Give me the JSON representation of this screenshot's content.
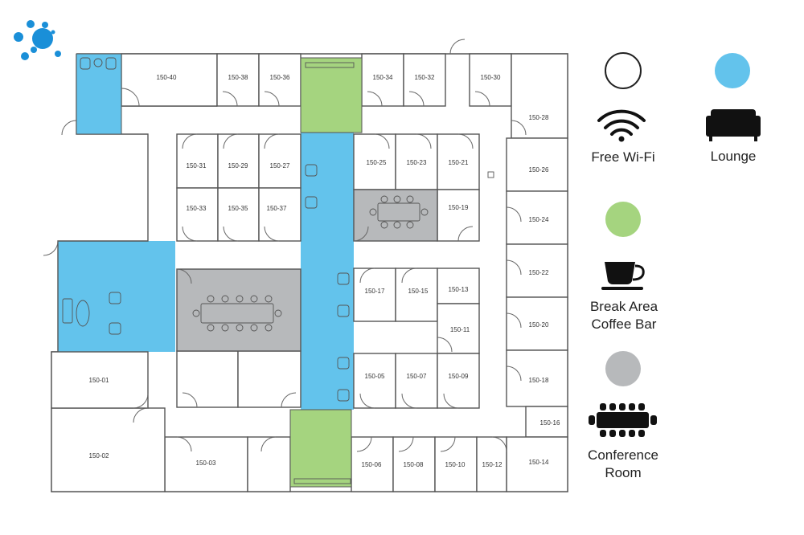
{
  "colors": {
    "lounge": "#63c3ec",
    "break_area": "#a5d47f",
    "conference": "#b7b9bb",
    "logo": "#1a8fd8",
    "wall": "#555555"
  },
  "rooms": {
    "r150_40": "150-40",
    "r150_38": "150-38",
    "r150_36": "150-36",
    "r150_34": "150-34",
    "r150_32": "150-32",
    "r150_30": "150-30",
    "r150_28": "150-28",
    "r150_26": "150-26",
    "r150_24": "150-24",
    "r150_22": "150-22",
    "r150_20": "150-20",
    "r150_18": "150-18",
    "r150_16": "150-16",
    "r150_14": "150-14",
    "r150_12": "150-12",
    "r150_10": "150-10",
    "r150_08": "150-08",
    "r150_06": "150-06",
    "r150_03": "150-03",
    "r150_02": "150-02",
    "r150_01": "150-01",
    "r150_31": "150-31",
    "r150_29": "150-29",
    "r150_27": "150-27",
    "r150_33": "150-33",
    "r150_35": "150-35",
    "r150_37": "150-37",
    "r150_25": "150-25",
    "r150_23": "150-23",
    "r150_21": "150-21",
    "r150_19": "150-19",
    "r150_17": "150-17",
    "r150_15": "150-15",
    "r150_13": "150-13",
    "r150_11": "150-11",
    "r150_05": "150-05",
    "r150_07": "150-07",
    "r150_09": "150-09"
  },
  "legend": {
    "wifi": {
      "label": "Free Wi-Fi",
      "icon": "wifi-icon"
    },
    "lounge": {
      "label": "Lounge",
      "icon": "sofa-icon"
    },
    "break_area": {
      "label_line1": "Break Area",
      "label_line2": "Coffee Bar",
      "icon": "coffee-cup-icon"
    },
    "conference": {
      "label_line1": "Conference",
      "label_line2": "Room",
      "icon": "conference-table-icon"
    }
  }
}
